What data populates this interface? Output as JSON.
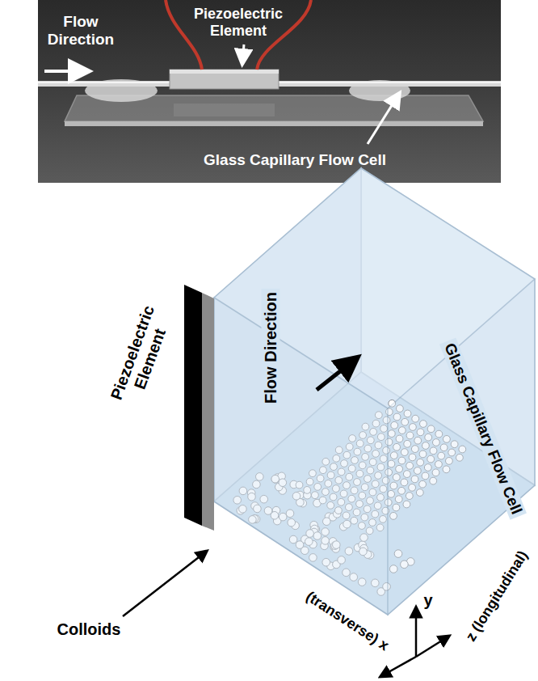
{
  "diagram": {
    "labels": [
      "Flow Direction",
      "Piezoelectric Element",
      "Glass Capillary Flow Cell",
      "Piezoelectric Element",
      "Flow Direction",
      "Glass Capillary Flow Cell",
      "Colloids",
      "y",
      "(transverse) x",
      "z (longitudinal)"
    ]
  }
}
